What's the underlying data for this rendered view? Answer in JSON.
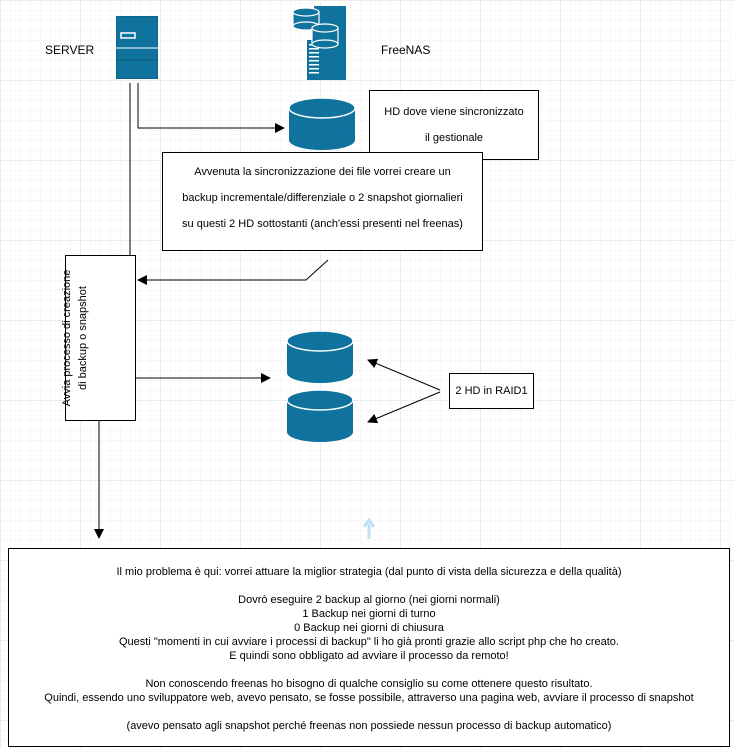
{
  "nodes": {
    "server_label": "SERVER",
    "freenas_label": "FreeNAS",
    "hd_sync_note": [
      "HD dove viene sincronizzato",
      "il gestionale"
    ],
    "backup_note": [
      "Avvenuta la sincronizzazione dei file vorrei creare un",
      "backup incrementale/differenziale o 2 snapshot giornalieri",
      "su questi 2 HD sottostanti (anch'essi presenti nel freenas)"
    ],
    "process_note": [
      "Avvia processo di creazione",
      "di backup o snapshot"
    ],
    "raid_note": "2 HD in RAID1"
  },
  "problem_box": {
    "lines": [
      "Il mio problema è qui: vorrei attuare la miglior strategia (dal punto di vista della sicurezza e della qualità)",
      "",
      "Dovrò eseguire 2 backup al giorno (nei giorni normali)",
      "1 Backup nei giorni di turno",
      "0 Backup nei giorni di chiusura",
      "Questi \"momenti in cui avviare i processi di backup\" li ho già pronti grazie allo script php che ho creato.",
      "E quindi sono obbligato ad avviare il processo da remoto!",
      "",
      "Non conoscendo freenas ho bisogno di qualche consiglio su come ottenere questo risultato.",
      "Quindi, essendo uno sviluppatore web, avevo pensato, se fosse possibile, attraverso una pagina web, avviare il processo di snapshot",
      "",
      "(avevo pensato agli snapshot perché freenas non possiede nessun processo di backup automatico)"
    ]
  },
  "colors": {
    "icon_blue": "#10739e",
    "icon_blue_dark": "#0b5a7c",
    "line": "#000000",
    "grid": "#ececec"
  },
  "icons": [
    "server-icon",
    "freenas-icon",
    "hd-sync-icon",
    "hd-raid-1-icon",
    "hd-raid-2-icon"
  ]
}
